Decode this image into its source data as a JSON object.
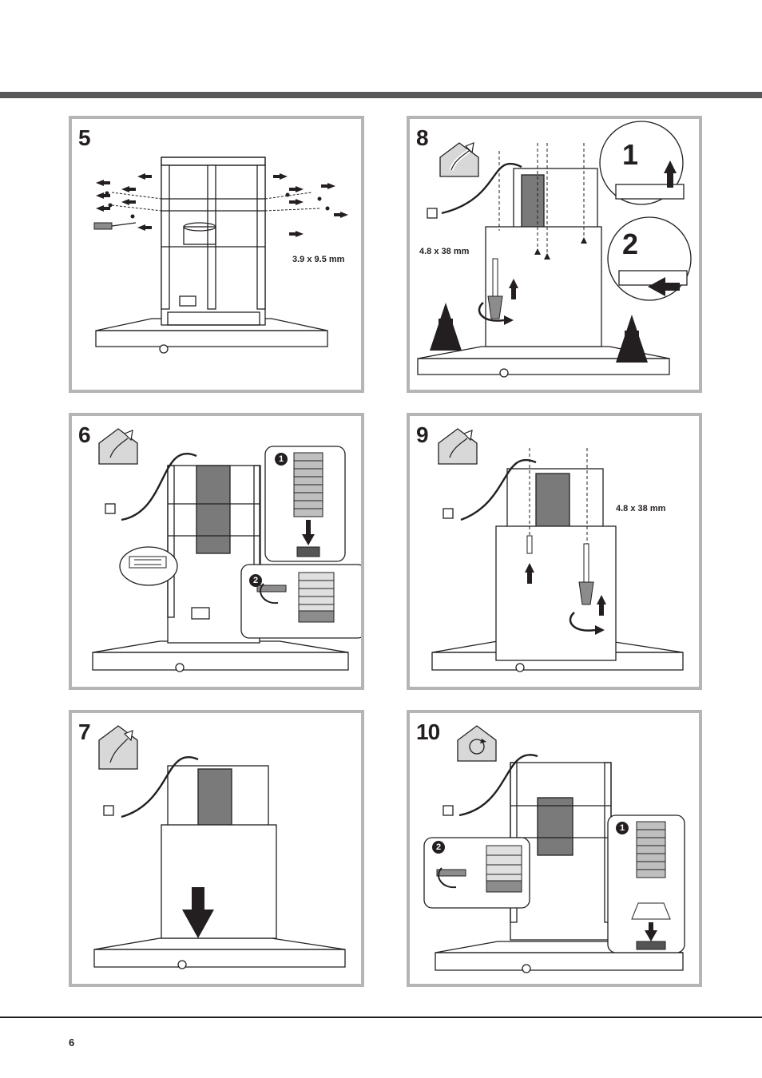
{
  "page": {
    "number": "6"
  },
  "panels": [
    {
      "step": "5",
      "dimension": "3.9 x 9.5 mm",
      "icon": "none"
    },
    {
      "step": "8",
      "dimension": "4.8 x 38 mm",
      "icon": "exhaust-mode-icon",
      "callouts": [
        "1",
        "2"
      ]
    },
    {
      "step": "6",
      "icon": "exhaust-mode-icon",
      "badges": [
        "1",
        "2"
      ]
    },
    {
      "step": "9",
      "dimension": "4.8 x 38 mm",
      "icon": "exhaust-mode-icon"
    },
    {
      "step": "7",
      "icon": "exhaust-mode-icon"
    },
    {
      "step": "10",
      "icon": "recirculation-mode-icon",
      "badges": [
        "1",
        "2"
      ]
    }
  ]
}
